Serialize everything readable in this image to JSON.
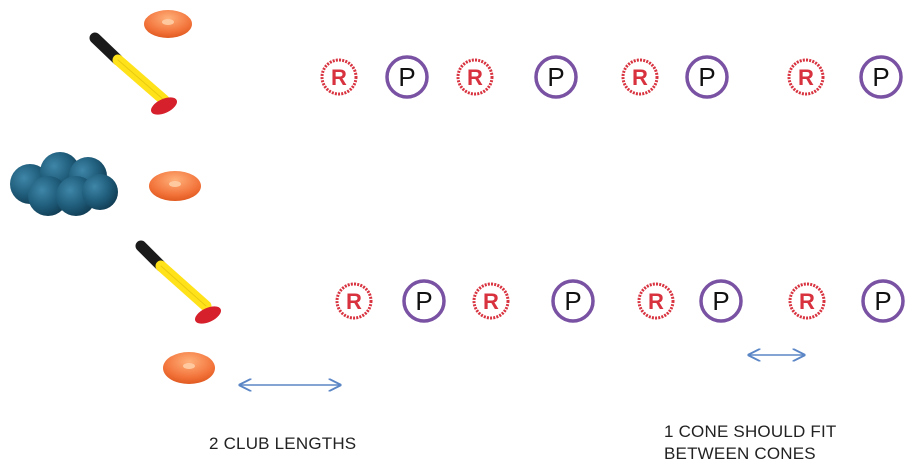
{
  "colors": {
    "cone": "#f2733a",
    "cone_highlight": "#ffb07a",
    "r_marker": "#d8323f",
    "p_marker": "#7a52a3",
    "arrow": "#5b86c6",
    "ball": "#1f5c7a",
    "stick_yellow": "#ffe21a",
    "stick_black": "#1a1a1a",
    "stick_head": "#d6202c"
  },
  "icons": {
    "cone": "orange-cone-icon",
    "stick": "hockey-stick-icon",
    "balls": "ball-pile-icon",
    "arrow": "double-arrow-icon"
  },
  "markers": {
    "r_label": "R",
    "p_label": "P",
    "top_row": [
      "R",
      "P",
      "R",
      "P",
      "R",
      "P",
      "R",
      "P"
    ],
    "bottom_row": [
      "R",
      "P",
      "R",
      "P",
      "R",
      "P",
      "R",
      "P"
    ]
  },
  "labels": {
    "club_lengths": "2 CLUB LENGTHS",
    "cone_fit_line1": "1 CONE SHOULD FIT",
    "cone_fit_line2": "BETWEEN CONES"
  }
}
